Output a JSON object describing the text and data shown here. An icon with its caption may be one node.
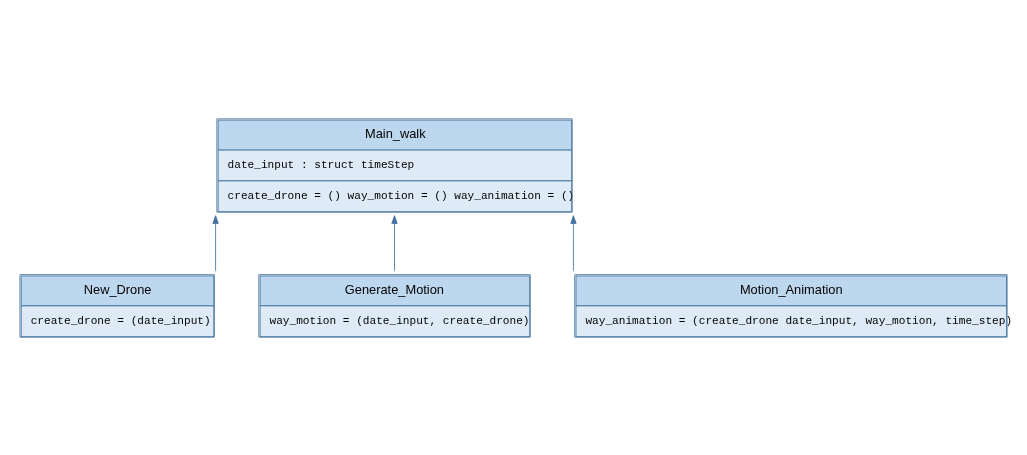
{
  "diagram": {
    "nodes": [
      {
        "text": [
          "Main_walk",
          "date_input : struct timeStep",
          "create_drone = () way_motion = () way_animation = ()"
        ]
      },
      {
        "text": [
          "New_Drone",
          "create_drone = (date_input)"
        ]
      },
      {
        "text": [
          "Generate_Motion",
          "way_motion = (date_input, create_drone)"
        ]
      },
      {
        "text": [
          "Motion_Animation",
          "way_animation = (create_drone date_input, way_motion, time_step)"
        ]
      }
    ],
    "edges": [
      {
        "from": 1,
        "to": 0,
        "arrow": "to"
      },
      {
        "from": 2,
        "to": 0,
        "arrow": "to"
      },
      {
        "from": 3,
        "to": 0,
        "arrow": "to"
      }
    ]
  }
}
